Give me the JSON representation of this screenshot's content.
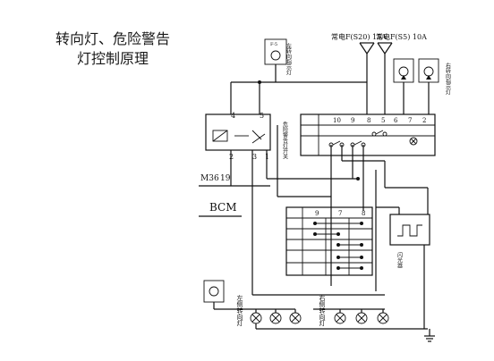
{
  "title": {
    "line1": "转向灯、危险警告",
    "line2": "灯控制原理"
  },
  "bcm_label": "BCM",
  "connector_label": "M36",
  "pins": {
    "bcm_19": "19",
    "relay_left": [
      "4",
      "2"
    ],
    "relay_mid": "3",
    "relay_right": [
      "5",
      "1"
    ]
  },
  "fuses": {
    "fuse_a": "常电F(S20) 15A",
    "fuse_b": "常电F(S5) 10A"
  },
  "switch_block": {
    "pin_numbers": [
      "10",
      "9",
      "8",
      "5",
      "6",
      "7",
      "2"
    ]
  },
  "multi_switch": {
    "headers": [
      "9",
      "7",
      "8"
    ]
  },
  "indicators": {
    "left_indicator": "左转向指示灯",
    "right_indicator": "右转向指示灯",
    "hazard_switch": "危险警告灯开关"
  },
  "lamp_groups": {
    "left": "左侧转向灯",
    "right": "右侧转向灯"
  },
  "flasher_label": "闪光器"
}
